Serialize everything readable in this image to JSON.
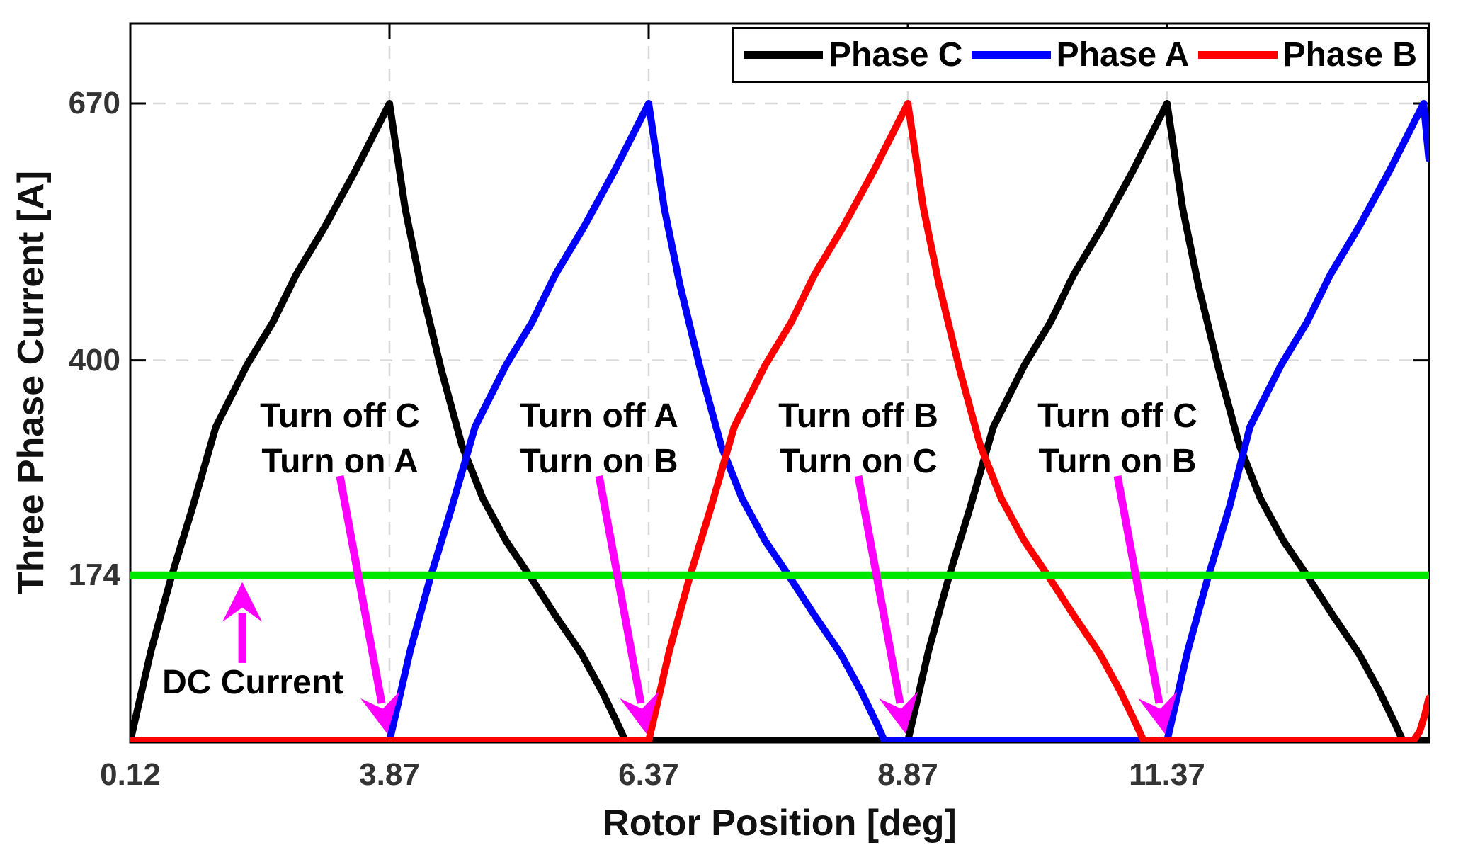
{
  "colors": {
    "phase_c": "#000000",
    "phase_a": "#0000FE",
    "phase_b": "#FF0000",
    "dc_line": "#00E800",
    "arrow": "#FF00FF",
    "grid": "#D8D8D8",
    "axis": "#000000",
    "tick_text": "#333333"
  },
  "chart_data": {
    "type": "line",
    "xlabel": "Rotor Position [deg]",
    "ylabel": "Three Phase Current [A]",
    "dc_label": "DC Current",
    "peak_current_A": 670,
    "dc_current_A": 174,
    "x_axis": {
      "tick_labels": [
        "0.12",
        "3.87",
        "6.37",
        "8.87",
        "11.37"
      ],
      "tick_u": [
        0,
        1,
        2,
        3,
        4
      ],
      "u_max": 5.01,
      "note_units": "deg"
    },
    "y_axis": {
      "tick_labels": [
        "174",
        "400",
        "670"
      ],
      "tick_values": [
        174,
        400,
        670
      ],
      "range": [
        0,
        754
      ],
      "grid": true
    },
    "legend_position": "top-right",
    "series": [
      {
        "name": "Phase C",
        "color": "#000000",
        "points": [
          [
            0,
            0
          ],
          [
            0.08,
            95
          ],
          [
            0.16,
            174
          ],
          [
            0.24,
            245
          ],
          [
            0.33,
            330
          ],
          [
            0.45,
            395
          ],
          [
            0.55,
            440
          ],
          [
            0.64,
            490
          ],
          [
            0.75,
            540
          ],
          [
            0.87,
            600
          ],
          [
            1,
            670
          ],
          [
            1.06,
            560
          ],
          [
            1.12,
            480
          ],
          [
            1.2,
            390
          ],
          [
            1.28,
            310
          ],
          [
            1.36,
            255
          ],
          [
            1.45,
            210
          ],
          [
            1.54,
            174
          ],
          [
            1.64,
            132
          ],
          [
            1.74,
            92
          ],
          [
            1.82,
            52
          ],
          [
            1.88,
            18
          ],
          [
            1.91,
            0
          ],
          [
            3,
            0
          ],
          [
            3.08,
            95
          ],
          [
            3.16,
            174
          ],
          [
            3.24,
            245
          ],
          [
            3.33,
            330
          ],
          [
            3.45,
            395
          ],
          [
            3.55,
            440
          ],
          [
            3.64,
            490
          ],
          [
            3.75,
            540
          ],
          [
            3.87,
            600
          ],
          [
            4,
            670
          ],
          [
            4.06,
            560
          ],
          [
            4.12,
            480
          ],
          [
            4.2,
            390
          ],
          [
            4.28,
            310
          ],
          [
            4.36,
            255
          ],
          [
            4.45,
            210
          ],
          [
            4.54,
            174
          ],
          [
            4.64,
            132
          ],
          [
            4.74,
            92
          ],
          [
            4.82,
            52
          ],
          [
            4.88,
            18
          ],
          [
            4.91,
            0
          ],
          [
            5.01,
            0
          ]
        ]
      },
      {
        "name": "Phase A",
        "color": "#0000FE",
        "points": [
          [
            0,
            0
          ],
          [
            1,
            0
          ],
          [
            1.08,
            95
          ],
          [
            1.16,
            174
          ],
          [
            1.24,
            245
          ],
          [
            1.33,
            330
          ],
          [
            1.45,
            395
          ],
          [
            1.55,
            440
          ],
          [
            1.64,
            490
          ],
          [
            1.75,
            540
          ],
          [
            1.87,
            600
          ],
          [
            2,
            670
          ],
          [
            2.06,
            560
          ],
          [
            2.12,
            480
          ],
          [
            2.2,
            390
          ],
          [
            2.28,
            310
          ],
          [
            2.36,
            255
          ],
          [
            2.45,
            210
          ],
          [
            2.54,
            174
          ],
          [
            2.64,
            132
          ],
          [
            2.74,
            92
          ],
          [
            2.82,
            52
          ],
          [
            2.88,
            18
          ],
          [
            2.91,
            0
          ],
          [
            4,
            0
          ],
          [
            4.08,
            95
          ],
          [
            4.16,
            174
          ],
          [
            4.24,
            245
          ],
          [
            4.32,
            330
          ],
          [
            4.44,
            395
          ],
          [
            4.54,
            440
          ],
          [
            4.63,
            490
          ],
          [
            4.74,
            540
          ],
          [
            4.86,
            600
          ],
          [
            4.99,
            670
          ],
          [
            5.01,
            612
          ]
        ]
      },
      {
        "name": "Phase B",
        "color": "#FF0000",
        "points": [
          [
            0,
            0
          ],
          [
            2,
            0
          ],
          [
            2.08,
            95
          ],
          [
            2.16,
            174
          ],
          [
            2.24,
            245
          ],
          [
            2.33,
            330
          ],
          [
            2.45,
            395
          ],
          [
            2.55,
            440
          ],
          [
            2.64,
            490
          ],
          [
            2.75,
            540
          ],
          [
            2.87,
            600
          ],
          [
            3,
            670
          ],
          [
            3.06,
            560
          ],
          [
            3.12,
            480
          ],
          [
            3.2,
            390
          ],
          [
            3.28,
            310
          ],
          [
            3.36,
            255
          ],
          [
            3.45,
            210
          ],
          [
            3.54,
            174
          ],
          [
            3.64,
            132
          ],
          [
            3.74,
            92
          ],
          [
            3.82,
            52
          ],
          [
            3.88,
            18
          ],
          [
            3.91,
            0
          ],
          [
            4.95,
            0
          ],
          [
            4.975,
            10
          ],
          [
            4.995,
            28
          ],
          [
            5.01,
            45
          ]
        ]
      },
      {
        "name": "DC Current",
        "color": "#00E800",
        "points": [
          [
            0,
            174
          ],
          [
            5.01,
            174
          ]
        ]
      }
    ],
    "annotations": [
      {
        "line1": "Turn off C",
        "line2": "Turn on A",
        "tick_u": 1
      },
      {
        "line1": "Turn off A",
        "line2": "Turn on B",
        "tick_u": 2
      },
      {
        "line1": "Turn off B",
        "line2": "Turn on C",
        "tick_u": 3
      },
      {
        "line1": "Turn off C",
        "line2": "Turn on B",
        "tick_u": 4
      }
    ],
    "dc_annotation": {
      "label": "DC Current",
      "arrow_u": 0.432,
      "arrow_from_A": 82,
      "arrow_to_A": 167,
      "label_center_u": 0.473
    }
  }
}
